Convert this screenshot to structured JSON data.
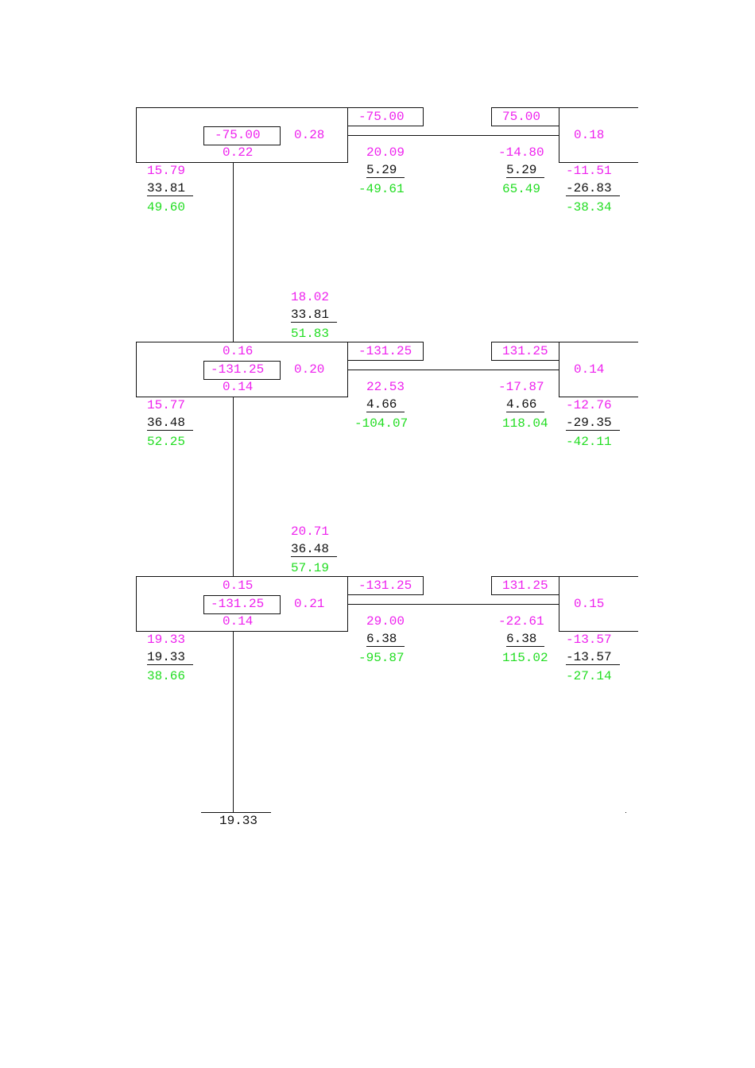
{
  "colors": {
    "distribution": "#ee22ee",
    "carry_over": "#111111",
    "final": "#22dd22"
  },
  "floors": [
    {
      "fem_beam_left": "-75.00",
      "fem_beam_right": "75.00",
      "joint_fem": "-75.00",
      "df_top": null,
      "df_beam": "0.28",
      "df_bottom": "0.22",
      "df_right_joint": "0.18",
      "col_above": null,
      "col_below": [
        "15.79",
        "33.81",
        "49.60"
      ],
      "beam_left": [
        "20.09",
        "5.29",
        "-49.61"
      ],
      "beam_right": [
        "-14.80",
        "5.29",
        "65.49"
      ],
      "right_joint": [
        "-11.51",
        "-26.83",
        "-38.34"
      ]
    },
    {
      "fem_beam_left": "-131.25",
      "fem_beam_right": "131.25",
      "joint_fem": "-131.25",
      "df_top": "0.16",
      "df_beam": "0.20",
      "df_bottom": "0.14",
      "df_right_joint": "0.14",
      "col_above": [
        "18.02",
        "33.81",
        "51.83"
      ],
      "col_below": [
        "15.77",
        "36.48",
        "52.25"
      ],
      "beam_left": [
        "22.53",
        "4.66",
        "-104.07"
      ],
      "beam_right": [
        "-17.87",
        "4.66",
        "118.04"
      ],
      "right_joint": [
        "-12.76",
        "-29.35",
        "-42.11"
      ]
    },
    {
      "fem_beam_left": "-131.25",
      "fem_beam_right": "131.25",
      "joint_fem": "-131.25",
      "df_top": "0.15",
      "df_beam": "0.21",
      "df_bottom": "0.14",
      "df_right_joint": "0.15",
      "col_above": [
        "20.71",
        "36.48",
        "57.19"
      ],
      "col_below": [
        "19.33",
        "19.33",
        "38.66"
      ],
      "beam_left": [
        "29.00",
        "6.38",
        "-95.87"
      ],
      "beam_right": [
        "-22.61",
        "6.38",
        "115.02"
      ],
      "right_joint": [
        "-13.57",
        "-13.57",
        "-27.14"
      ]
    }
  ],
  "base_moment": "19.33"
}
